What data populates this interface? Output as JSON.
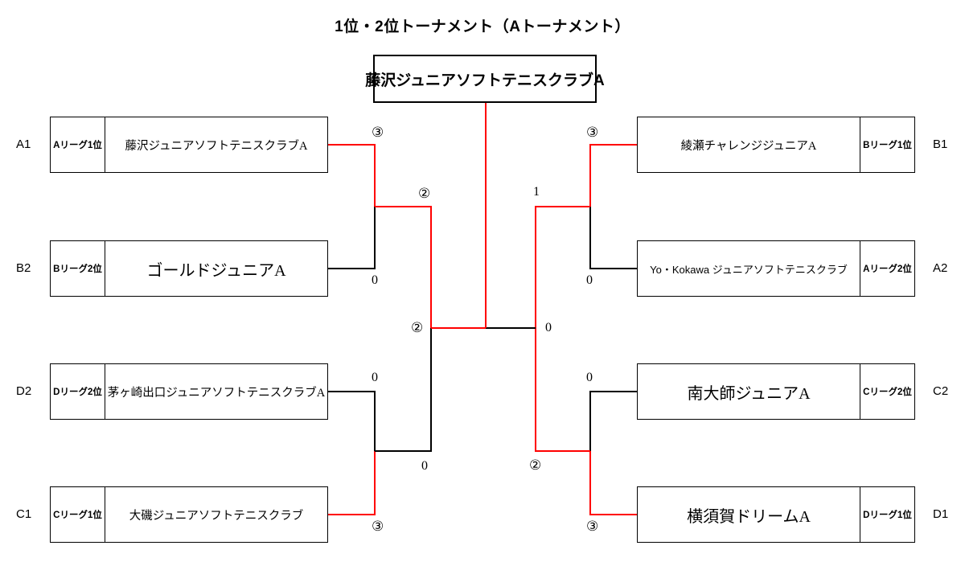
{
  "title": "1位・2位トーナメント（Aトーナメント）",
  "colors": {
    "line_black": "#000000",
    "line_red": "#ff0000",
    "box_border": "#000000",
    "background": "#ffffff"
  },
  "champion": {
    "label": "藤沢ジュニアソフトテニスクラブA"
  },
  "left_teams": [
    {
      "seed": "A1",
      "league": "Aリーグ1位",
      "name": "藤沢ジュニアソフトテニスクラブA"
    },
    {
      "seed": "B2",
      "league": "Bリーグ2位",
      "name": "ゴールドジュニアA"
    },
    {
      "seed": "D2",
      "league": "Dリーグ2位",
      "name": "茅ヶ崎出口ジュニアソフトテニスクラブA"
    },
    {
      "seed": "C1",
      "league": "Cリーグ1位",
      "name": "大磯ジュニアソフトテニスクラブ"
    }
  ],
  "right_teams": [
    {
      "seed": "B1",
      "league": "Bリーグ1位",
      "name": "綾瀬チャレンジジュニアA"
    },
    {
      "seed": "A2",
      "league": "Aリーグ2位",
      "name": "Yo・Kokawa ジュニアソフトテニスクラブ"
    },
    {
      "seed": "C2",
      "league": "Cリーグ2位",
      "name": "南大師ジュニアA"
    },
    {
      "seed": "D1",
      "league": "Dリーグ1位",
      "name": "横須賀ドリームA"
    }
  ],
  "scores": {
    "left_r1_top": "③",
    "left_r1_bottom": "0",
    "left_semi": "②",
    "left_r1b_top": "0",
    "left_r1b_bottom": "③",
    "left_semi_lower": "0",
    "final_left": "②",
    "final_right": "0",
    "right_r1_top": "③",
    "right_r1_bottom": "0",
    "right_semi": "1",
    "right_r1b_top": "0",
    "right_r1b_bottom": "③",
    "right_semi_lower": "②"
  }
}
